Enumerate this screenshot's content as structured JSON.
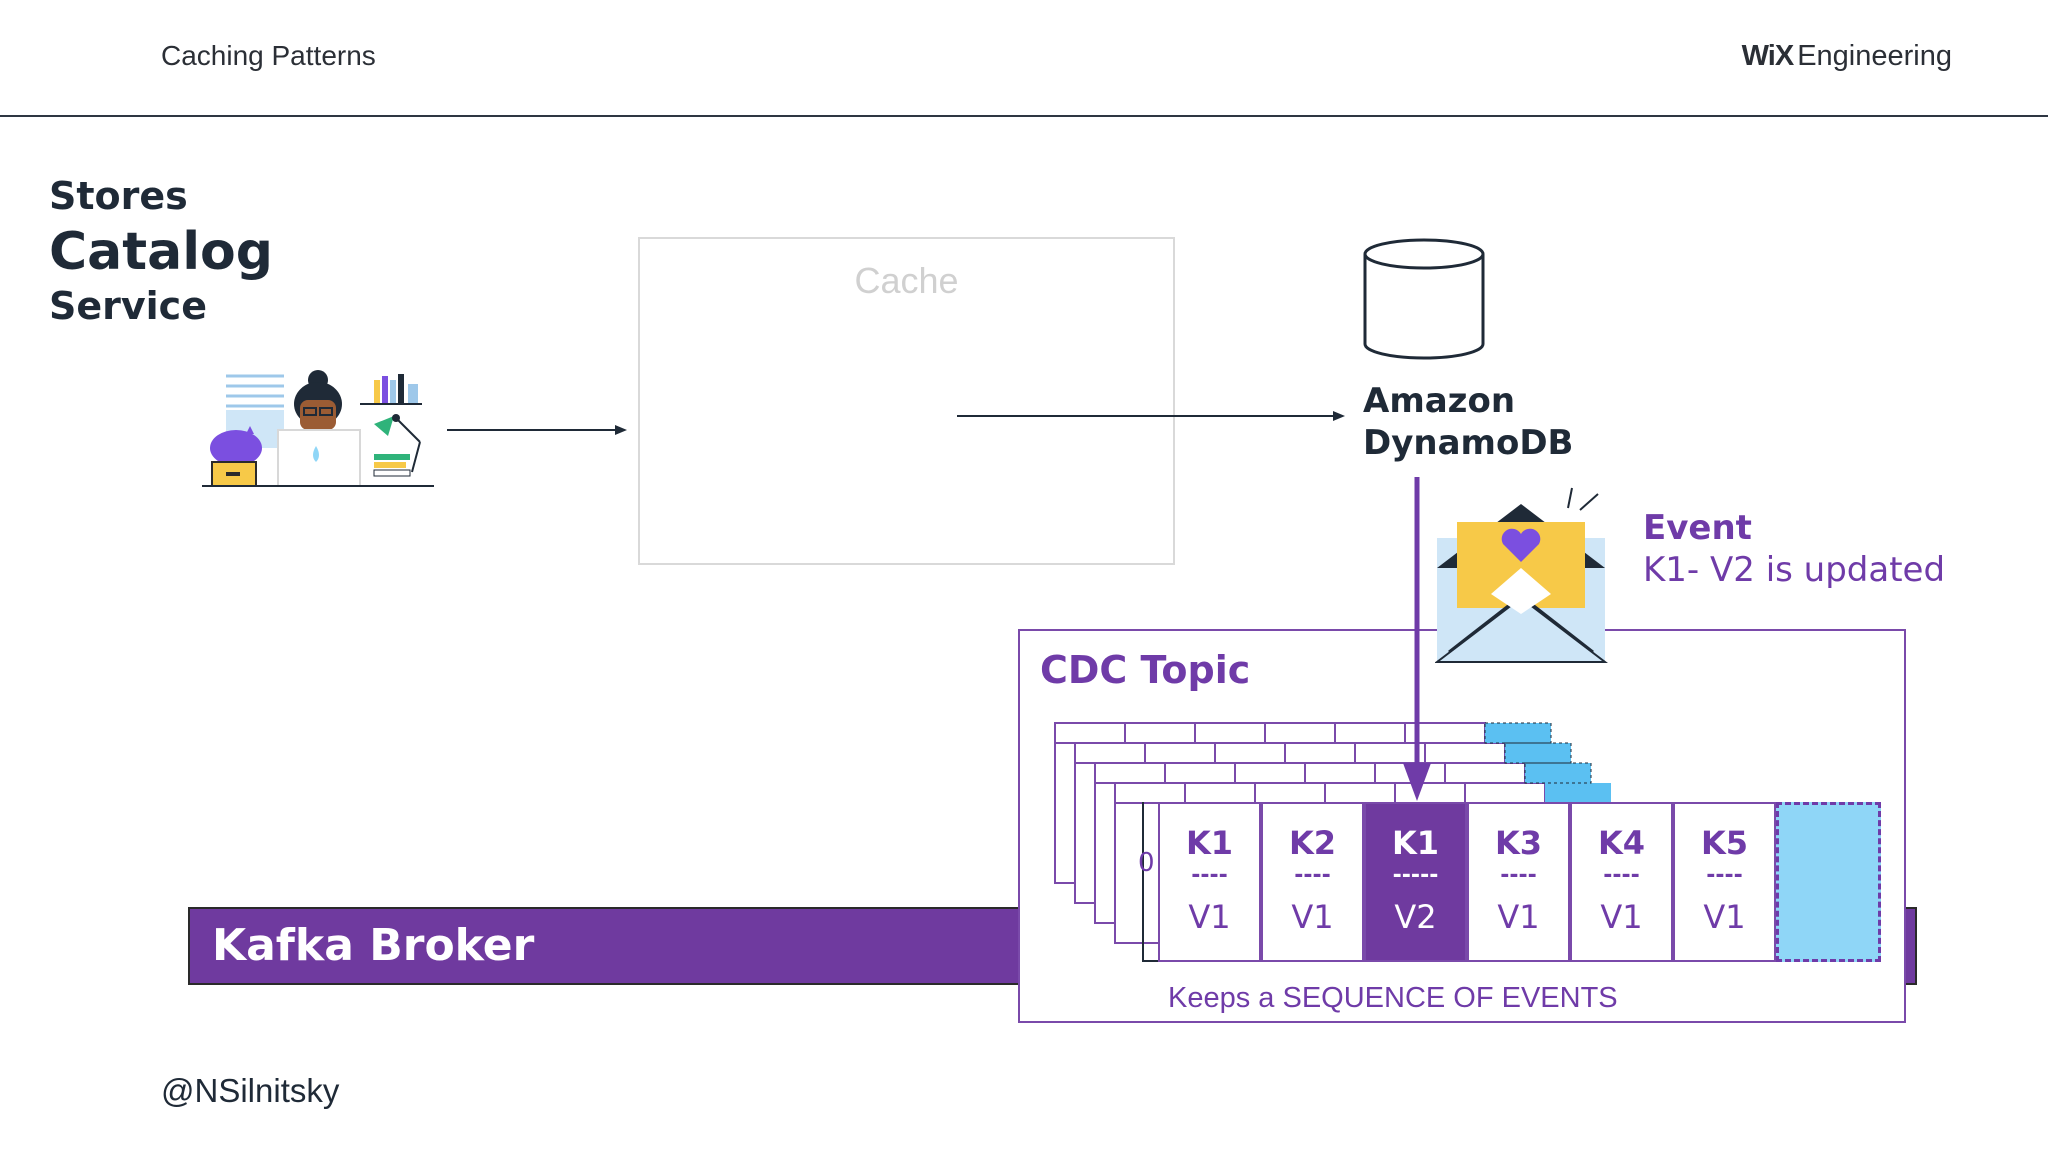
{
  "header": {
    "title": "Caching Patterns",
    "brand_logo": "WiX",
    "brand_text": "Engineering"
  },
  "service": {
    "line1": "Stores",
    "line2": "Catalog",
    "line3": "Service"
  },
  "cache": {
    "label": "Cache"
  },
  "database": {
    "line1": "Amazon",
    "line2": "DynamoDB"
  },
  "event": {
    "title": "Event",
    "subtitle": "K1- V2 is updated"
  },
  "cdc": {
    "title": "CDC Topic",
    "offset_label": "0",
    "caption": "Keeps a SEQUENCE OF EVENTS",
    "cells": [
      {
        "key": "K1",
        "dashes": "----",
        "value": "V1"
      },
      {
        "key": "K2",
        "dashes": "----",
        "value": "V1"
      },
      {
        "key": "K1",
        "dashes": "-----",
        "value": "V2"
      },
      {
        "key": "K3",
        "dashes": "----",
        "value": "V1"
      },
      {
        "key": "K4",
        "dashes": "----",
        "value": "V1"
      },
      {
        "key": "K5",
        "dashes": "----",
        "value": "V1"
      }
    ]
  },
  "broker": {
    "label": "Kafka Broker"
  },
  "footer": {
    "handle": "@NSilnitsky"
  },
  "colors": {
    "purple": "#6f3a9f",
    "light_blue": "#8fd6f7",
    "navy": "#1f2a37",
    "yellow": "#f7c948"
  },
  "icons": [
    "developer-illustration-icon",
    "database-cylinder-icon",
    "envelope-heart-icon"
  ]
}
